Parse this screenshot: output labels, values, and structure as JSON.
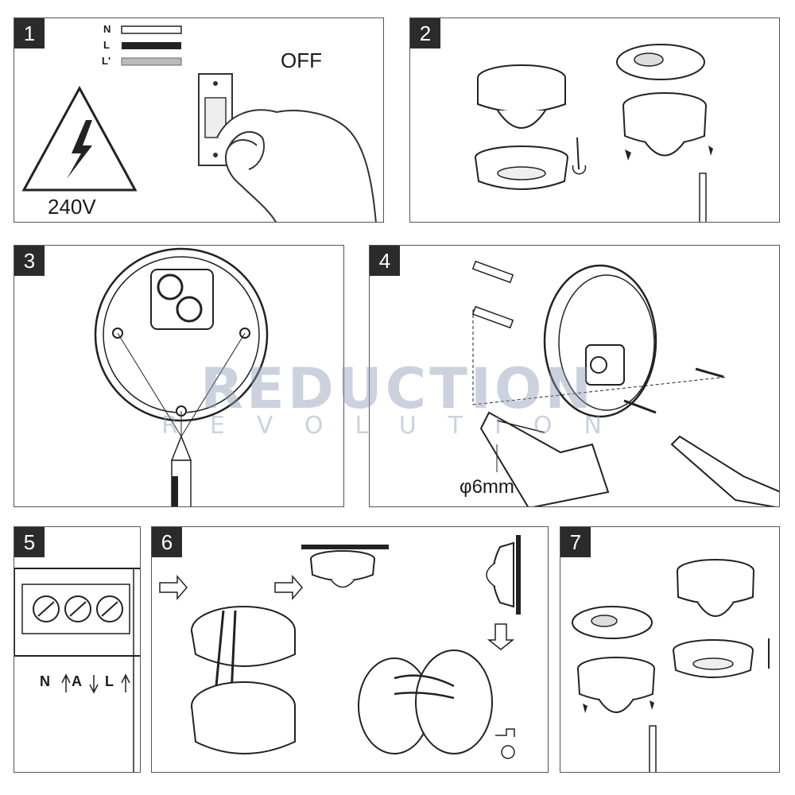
{
  "panels": [
    {
      "number": "1"
    },
    {
      "number": "2"
    },
    {
      "number": "3"
    },
    {
      "number": "4"
    },
    {
      "number": "5"
    },
    {
      "number": "6"
    },
    {
      "number": "7"
    }
  ],
  "step1": {
    "wire_n": "N",
    "wire_l": "L",
    "wire_l2": "L'",
    "off_label": "OFF",
    "voltage": "240V"
  },
  "step4": {
    "drill_size": "φ6mm"
  },
  "step5": {
    "terminal_n": "N",
    "terminal_a": "A",
    "terminal_l": "L"
  },
  "watermark": {
    "brand_top": "REDUCTION",
    "brand_bottom": "REVOLUTION"
  },
  "colors": {
    "line": "#2b2b2b",
    "watermark": "#8c9bb4"
  }
}
